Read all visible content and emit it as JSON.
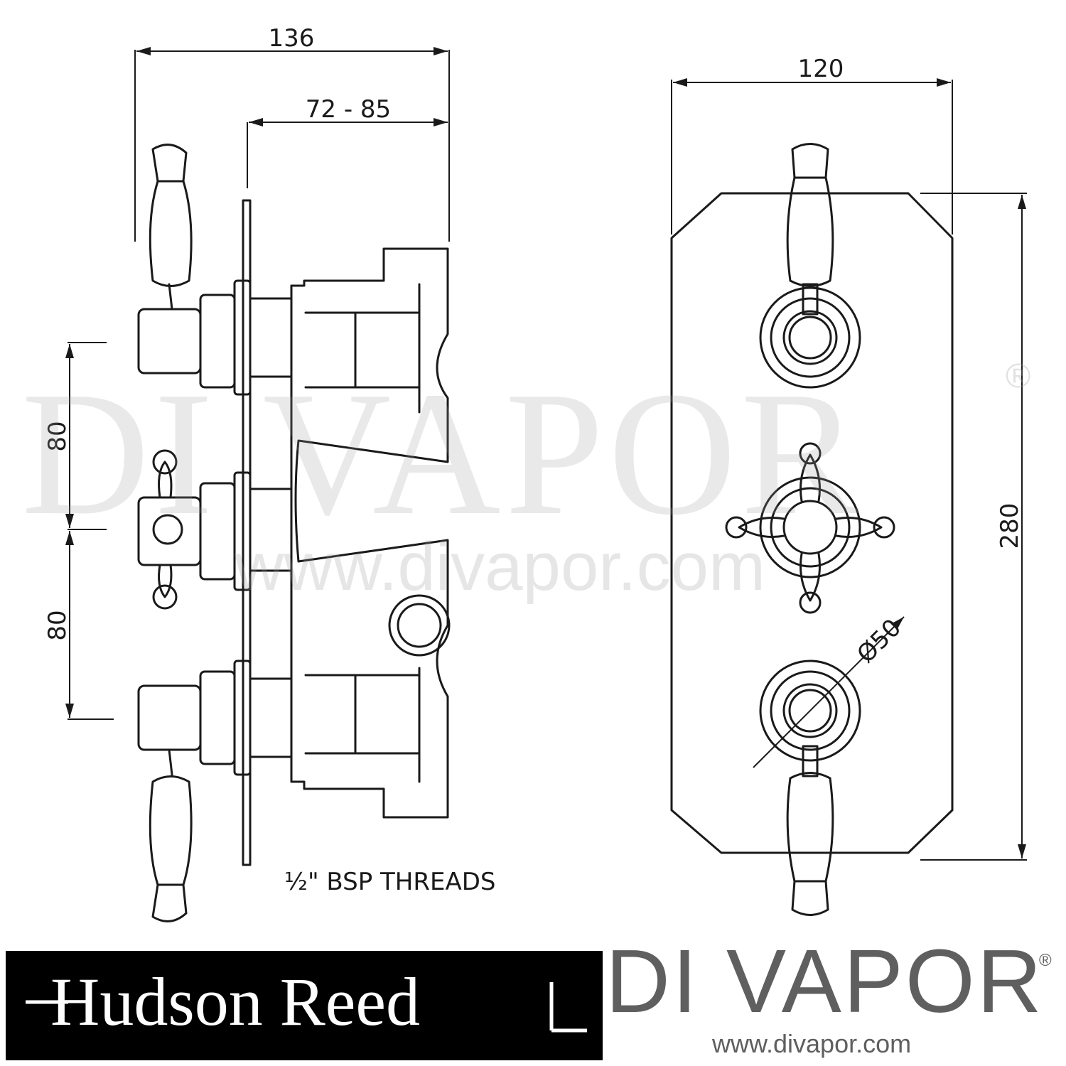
{
  "dimensions": {
    "overall_depth": "136",
    "depth_range": "72 - 85",
    "plate_width": "120",
    "plate_height": "280",
    "handle_spacing_top": "80",
    "handle_spacing_bottom": "80",
    "handle_diameter": "Ø50"
  },
  "notes": {
    "threads": "½\" BSP THREADS"
  },
  "watermark": {
    "brand": "DI VAPOR",
    "registered": "®",
    "url": "www.divapor.com"
  },
  "footer": {
    "logo_left": "Hudson Reed",
    "brand_right": "DI VAPOR",
    "brand_registered": "®",
    "website": "www.divapor.com"
  },
  "colors": {
    "line": "#1a1a1a",
    "footer_bg": "#000000",
    "brand_gray": "#5f5f5f",
    "watermark": "#9a9a9a"
  }
}
